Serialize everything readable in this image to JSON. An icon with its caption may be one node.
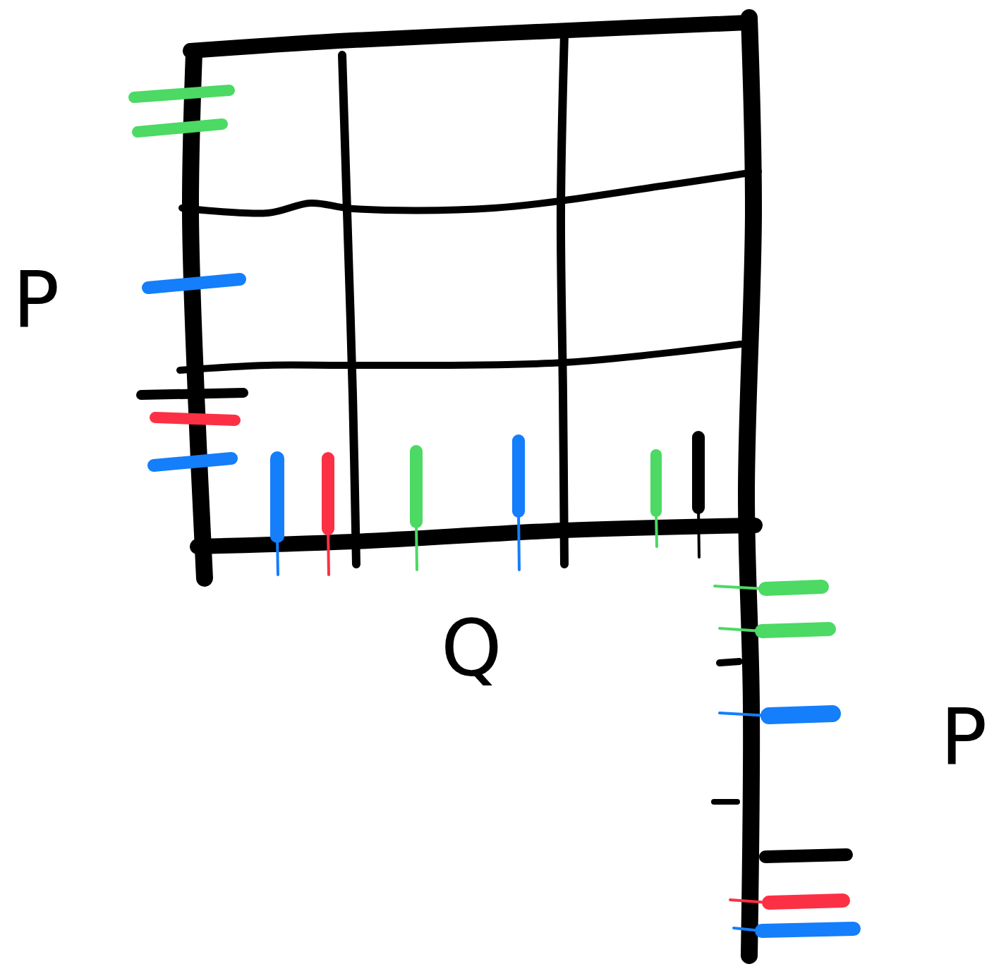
{
  "diagram": {
    "labels": [
      "P",
      "Q",
      "P"
    ]
  }
}
